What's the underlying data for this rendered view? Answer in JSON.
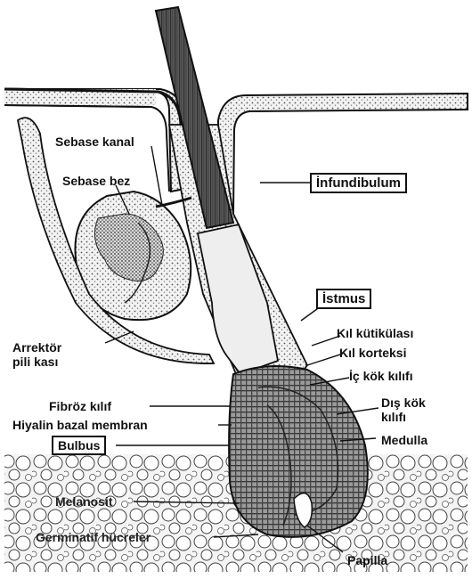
{
  "labels": {
    "sebase_kanal": "Sebase kanal",
    "sebase_bez": "Sebase bez",
    "infundibulum": "İnfundibulum",
    "istmus": "İstmus",
    "kil_kutikulasi": "Kıl kütikülası",
    "kil_korteksi": "Kıl korteksi",
    "ic_kok_kilifi": "İç kök kılıfı",
    "dis_kok_kilifi": "Dış kök\nkılıfı",
    "arrektor_pili": "Arrektör\npili kası",
    "fibroz_kilif": "Fibröz kılıf",
    "hiyalin": "Hiyalin bazal membran",
    "bulbus": "Bulbus",
    "medulla": "Medulla",
    "melanosit": "Melanosit",
    "germinatif": "Germinatif hücreler",
    "papilla": "Papilla"
  },
  "colors": {
    "ink": "#111111",
    "paper": "#ffffff",
    "hair_shaft": "#3a3a3a",
    "stipple": "#6b6b6b"
  }
}
